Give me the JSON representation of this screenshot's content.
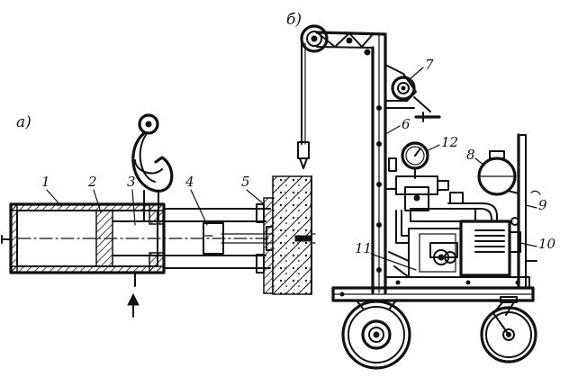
{
  "panels": {
    "a": "а)",
    "b": "б)"
  },
  "labels_a": [
    "1",
    "2",
    "3",
    "4",
    "5"
  ],
  "labels_b": [
    "6",
    "7",
    "8",
    "9",
    "10",
    "11",
    "12"
  ]
}
